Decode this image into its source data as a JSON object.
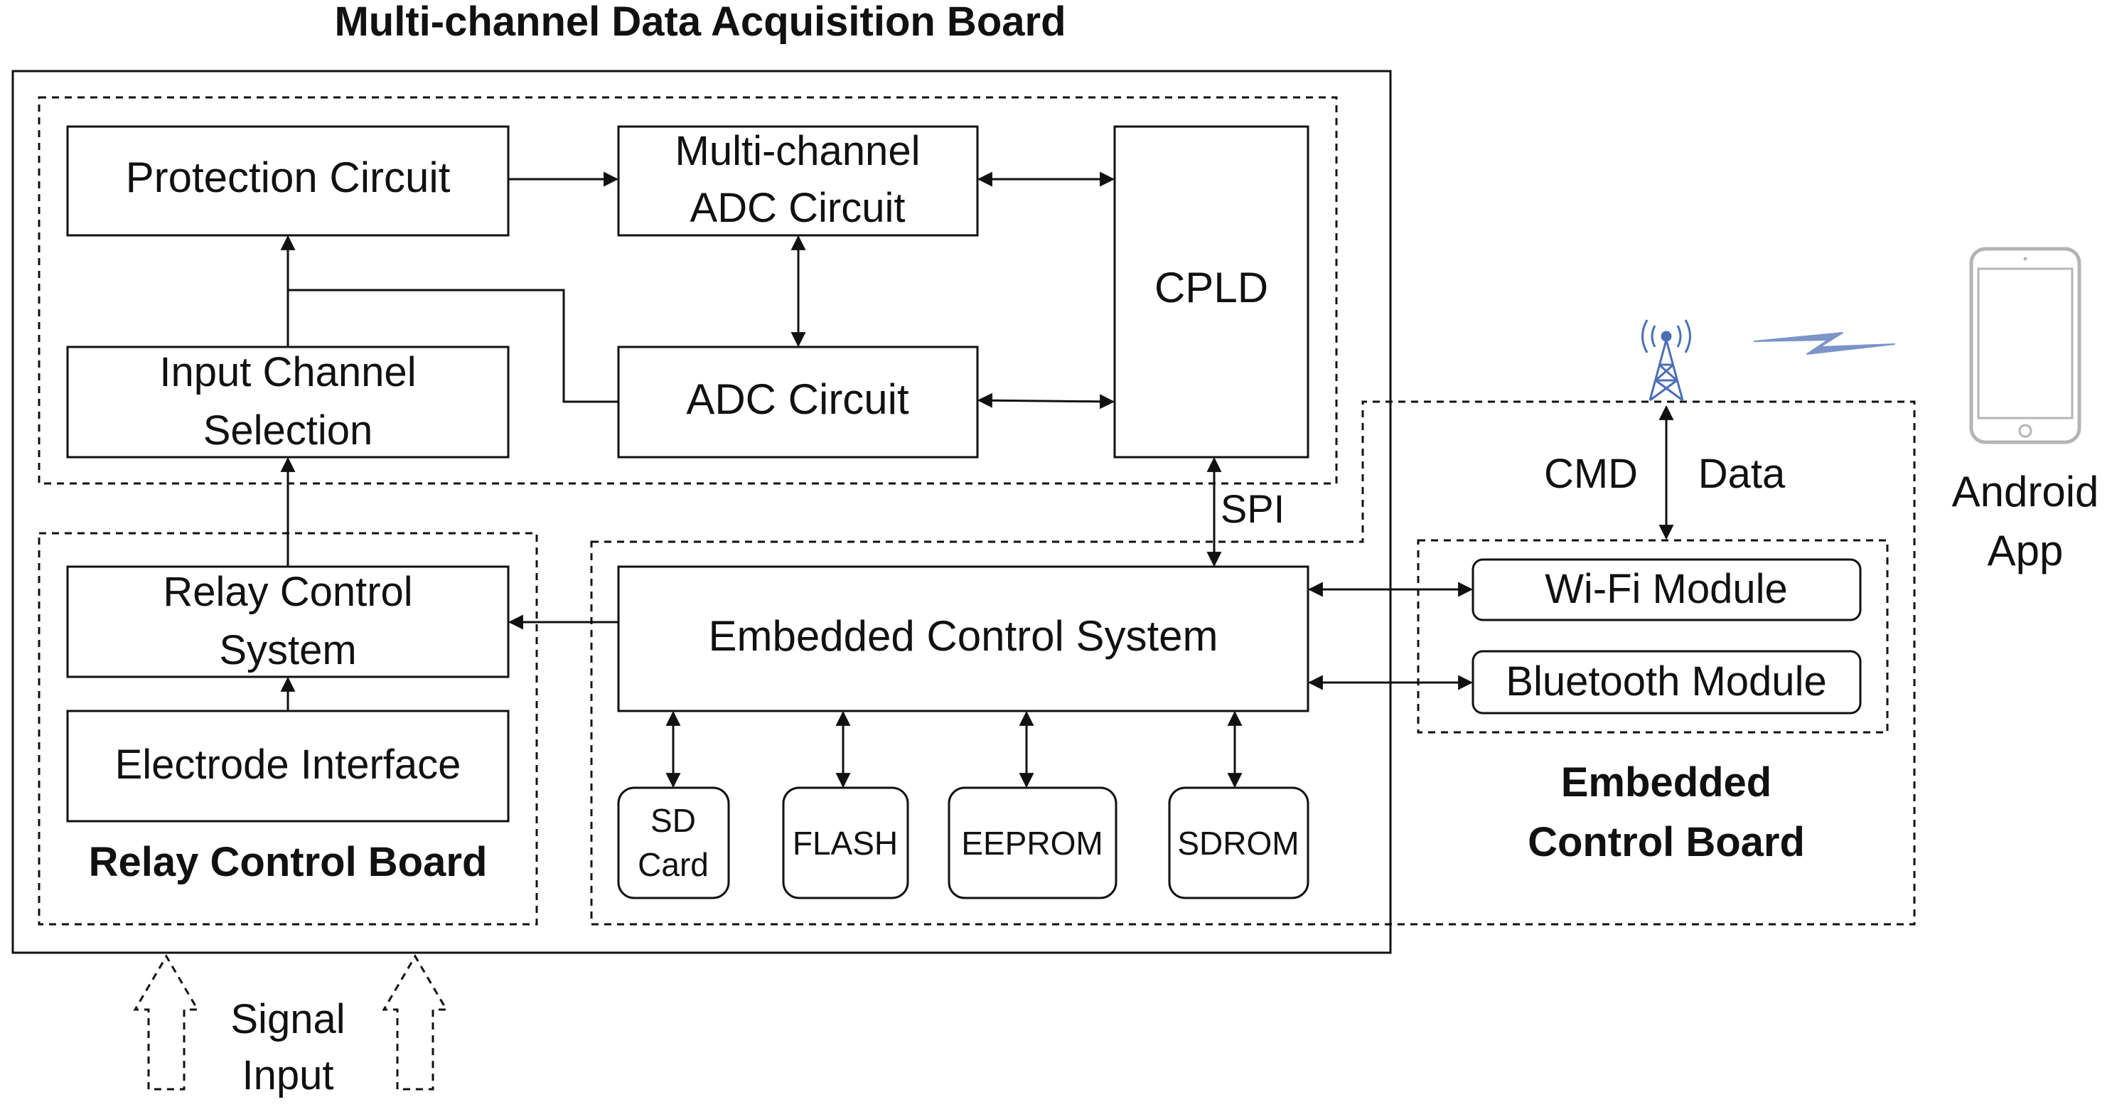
{
  "titles": {
    "acquisition_board": "Multi-channel Data Acquisition Board",
    "relay_board": "Relay Control Board",
    "embedded_board_line1": "Embedded",
    "embedded_board_line2": "Control Board"
  },
  "blocks": {
    "protection": "Protection Circuit",
    "multi_adc_line1": "Multi-channel",
    "multi_adc_line2": "ADC Circuit",
    "cpld": "CPLD",
    "input_sel_line1": "Input Channel",
    "input_sel_line2": "Selection",
    "adc": "ADC Circuit",
    "relay_ctrl_line1": "Relay Control",
    "relay_ctrl_line2": "System",
    "electrode": "Electrode Interface",
    "embedded_ctrl": "Embedded Control System",
    "sd_line1": "SD",
    "sd_line2": "Card",
    "flash": "FLASH",
    "eeprom": "EEPROM",
    "sdrom": "SDROM",
    "wifi": "Wi-Fi Module",
    "bluetooth": "Bluetooth Module"
  },
  "links": {
    "spi": "SPI",
    "cmd": "CMD",
    "data": "Data"
  },
  "external": {
    "android_line1": "Android",
    "android_line2": "App",
    "signal_line1": "Signal",
    "signal_line2": "Input"
  },
  "icons": {
    "antenna": "antenna-tower-icon",
    "wireless": "lightning-link-icon",
    "phone": "tablet-phone-icon"
  },
  "colors": {
    "antenna": "#4a6fb5",
    "wireless": "#7b95c9",
    "line": "#111111"
  }
}
